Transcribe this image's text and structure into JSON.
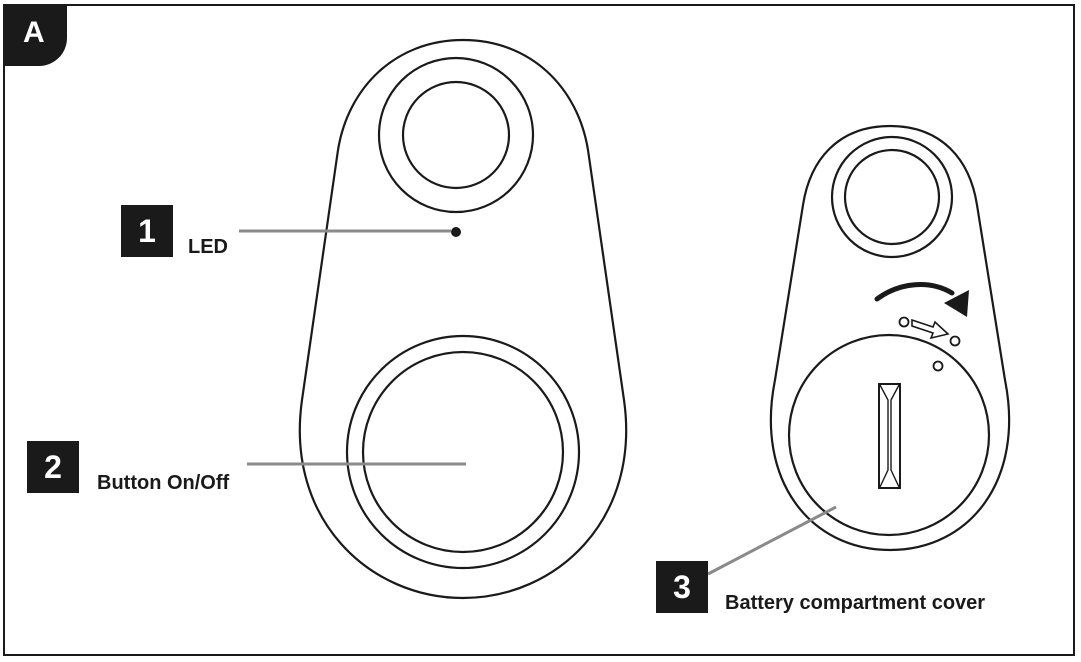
{
  "figure": {
    "panel_letter": "A",
    "callouts": [
      {
        "number": "1",
        "label": "LED"
      },
      {
        "number": "2",
        "label": "Button On/Off"
      },
      {
        "number": "3",
        "label": "Battery compartment cover"
      }
    ]
  },
  "colors": {
    "ink": "#1a1a1a",
    "leader_line": "#8a8a8a",
    "background": "#ffffff"
  }
}
